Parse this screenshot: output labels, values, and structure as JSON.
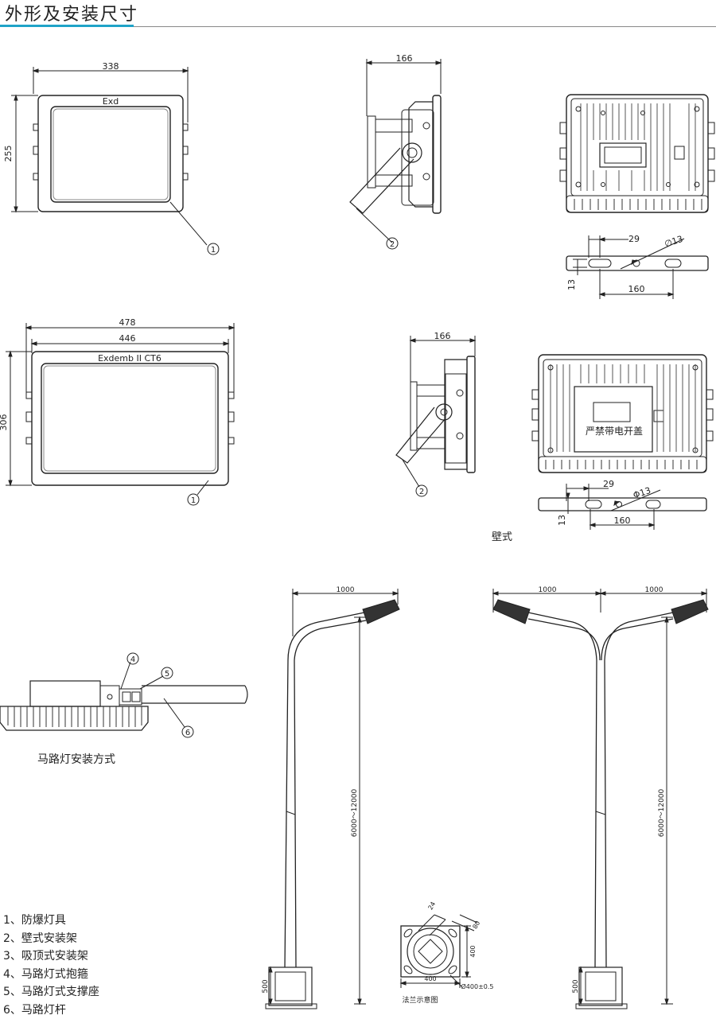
{
  "page_title": "外形及安装尺寸",
  "accent_color": "#1fa3c8",
  "views": {
    "small_front": {
      "width": "338",
      "height": "255",
      "label": "Exd",
      "callout": "1"
    },
    "small_side": {
      "depth": "166",
      "callout": "2"
    },
    "small_bracket": {
      "offset": "29",
      "hole": "∅13",
      "thickness": "13",
      "spacing": "160"
    },
    "large_front": {
      "width_outer": "478",
      "width_inner": "446",
      "height": "306",
      "label": "Exdemb II CT6",
      "callout": "1"
    },
    "large_side": {
      "depth": "166",
      "callout": "2"
    },
    "large_rear": {
      "warning": "严禁带电开盖"
    },
    "large_bracket": {
      "offset": "29",
      "hole": "Φ13",
      "thickness": "13",
      "spacing": "160"
    },
    "wall_caption": "壁式",
    "road_mount": {
      "caption": "马路灯安装方式",
      "callouts": [
        "4",
        "5",
        "6"
      ]
    },
    "pole_single": {
      "arm": "1000",
      "height": "6000～12000",
      "base": "500"
    },
    "pole_double": {
      "arm_left": "1000",
      "arm_right": "1000",
      "height": "6000～12000",
      "base": "500"
    },
    "flange": {
      "caption": "法兰示意图",
      "d1": "24",
      "d2": "80",
      "side": "400",
      "width": "400",
      "diameter": "Ø400±0.5"
    }
  },
  "legend": [
    "1、防爆灯具",
    "2、壁式安装架",
    "3、吸顶式安装架",
    "4、马路灯式抱箍",
    "5、马路灯式支撑座",
    "6、马路灯杆"
  ]
}
